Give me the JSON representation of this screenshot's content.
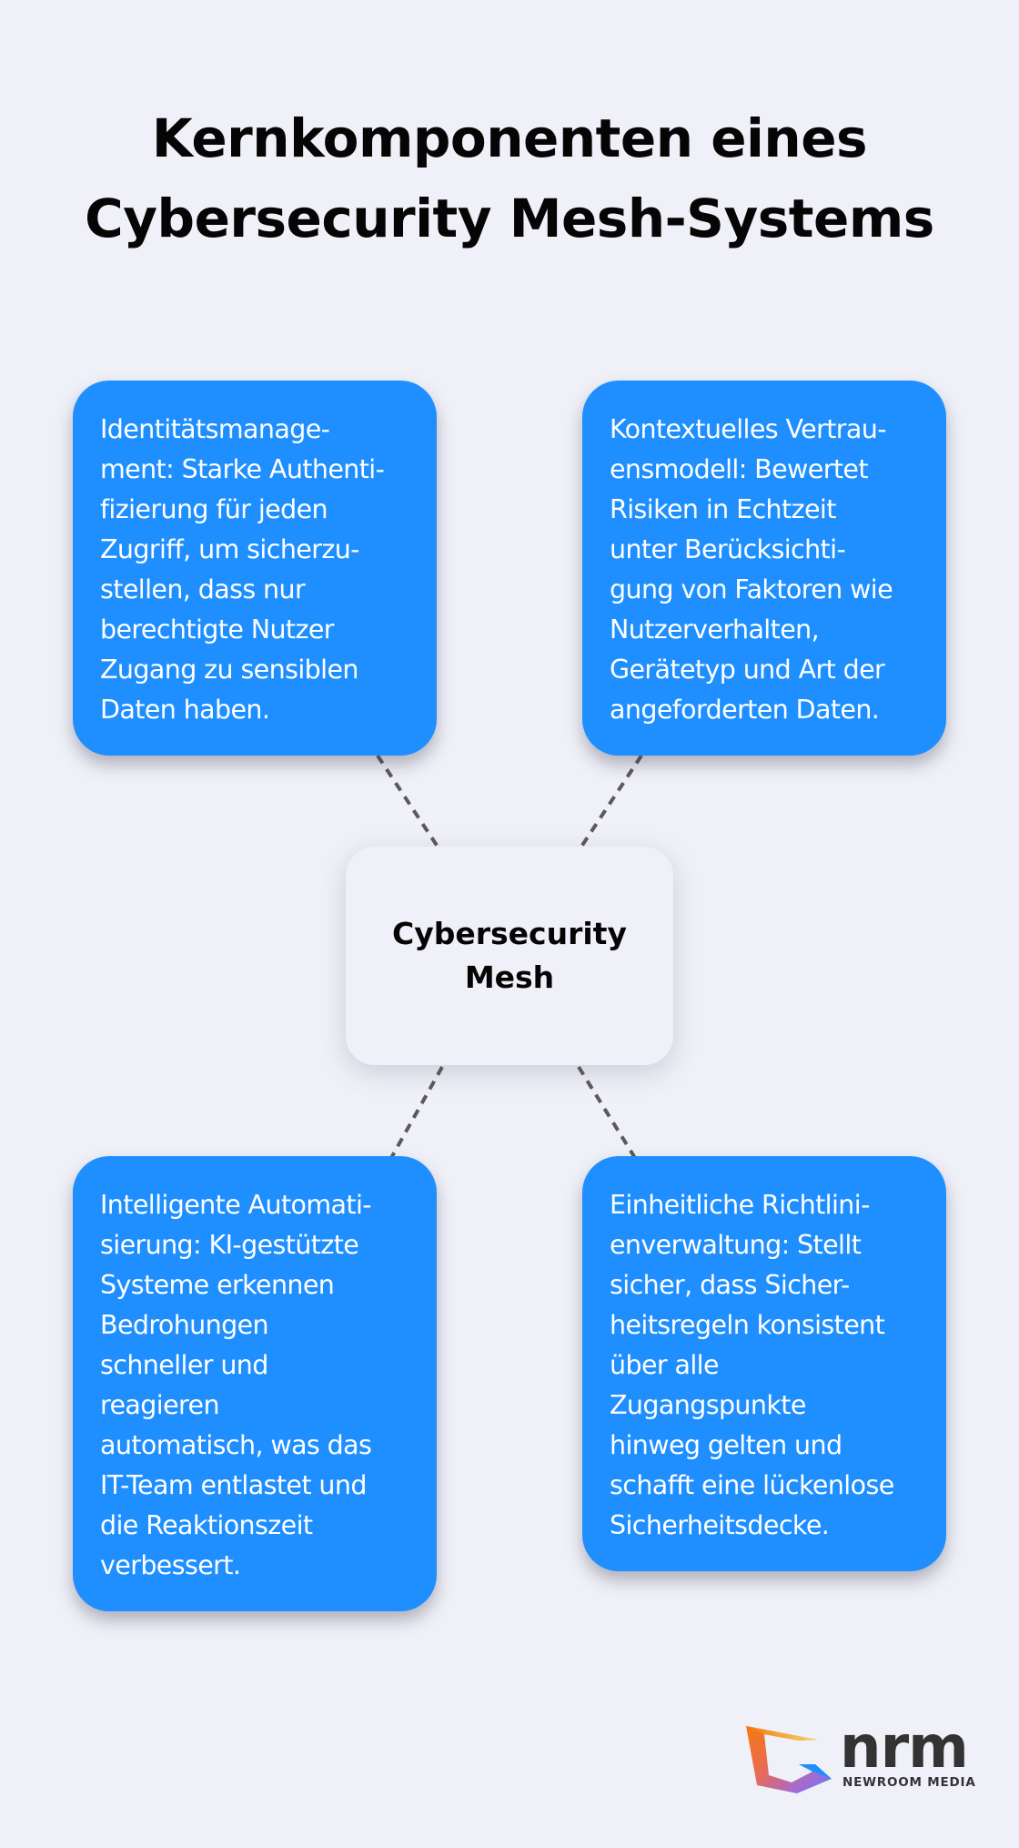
{
  "title": {
    "lines": [
      "Kernkomponenten eines",
      "Cybersecurity Mesh-Systems"
    ]
  },
  "center": {
    "lines": [
      "Cybersecurity",
      "Mesh"
    ]
  },
  "nodes": [
    {
      "id": "identity",
      "position": "top-left",
      "lines": [
        "Identitätsmanage-",
        "ment: Starke Authenti-",
        "fizierung für jeden",
        "Zugriff, um sicherzu-",
        "stellen, dass nur",
        "berechtigte Nutzer",
        "Zugang zu sensiblen",
        "Daten haben."
      ]
    },
    {
      "id": "trust",
      "position": "top-right",
      "lines": [
        "Kontextuelles Vertrau-",
        "ensmodell: Bewertet",
        "Risiken in Echtzeit",
        "unter Berücksichti-",
        "gung von Faktoren wie",
        "Nutzerverhalten,",
        "Gerätetyp und Art der",
        "angeforderten Daten."
      ]
    },
    {
      "id": "automation",
      "position": "bottom-left",
      "lines": [
        "Intelligente Automati-",
        "sierung: KI-gestützte",
        "Systeme erkennen",
        "Bedrohungen",
        "schneller und",
        "reagieren",
        "automatisch, was das",
        "IT-Team entlastet und",
        "die Reaktionszeit",
        "verbessert."
      ]
    },
    {
      "id": "policy",
      "position": "bottom-right",
      "lines": [
        "Einheitliche Richtlini-",
        "enverwaltung: Stellt",
        "sicher, dass Sicher-",
        "heitsregeln konsistent",
        "über alle",
        "Zugangspunkte",
        "hinweg gelten und",
        "schafft eine lückenlose",
        "Sicherheitsdecke."
      ]
    }
  ],
  "connectors": {
    "style": "dashed",
    "color": "#5a5a5a"
  },
  "colors": {
    "background": "#f0f0f8",
    "node_fill": "#1f8fff",
    "node_text": "#ffffff",
    "center_fill": "#f0f0f8",
    "title_text": "#050505"
  },
  "logo": {
    "icon": "nrm-gradient-logo-icon",
    "word": "nrm",
    "subtitle": "NEWROOM MEDIA"
  }
}
